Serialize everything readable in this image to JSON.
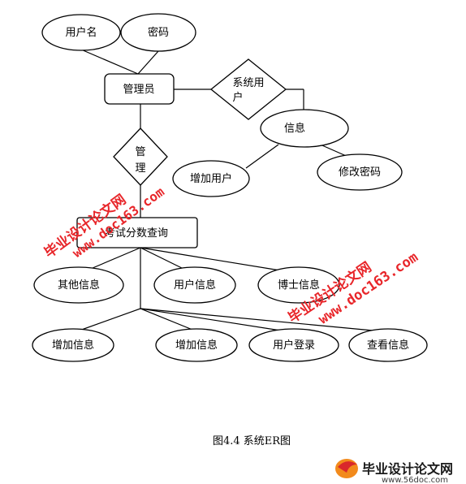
{
  "diagram": {
    "entities": {
      "admin": "管理员",
      "exam_query": "考试分数查询"
    },
    "relationships": {
      "system_user_line1": "系统用",
      "system_user_line2": "户",
      "manage_line1": "管",
      "manage_line2": "理"
    },
    "attributes": {
      "username": "用户名",
      "password": "密码",
      "info": "信息",
      "add_user": "增加用户",
      "change_password": "修改密码",
      "other_info": "其他信息",
      "user_info": "用户信息",
      "doctor_info": "博士信息",
      "add_info_1": "增加信息",
      "add_info_2": "增加信息",
      "user_login": "用户登录",
      "view_info": "查看信息"
    },
    "caption": "图4.4 系统ER图"
  },
  "watermarks": {
    "brand": "毕业设计论文网",
    "url": "www.doc163.com",
    "logo_text": "毕业设计论文网",
    "logo_url": "www.56doc.com",
    "accent_color": "#e8262a"
  }
}
